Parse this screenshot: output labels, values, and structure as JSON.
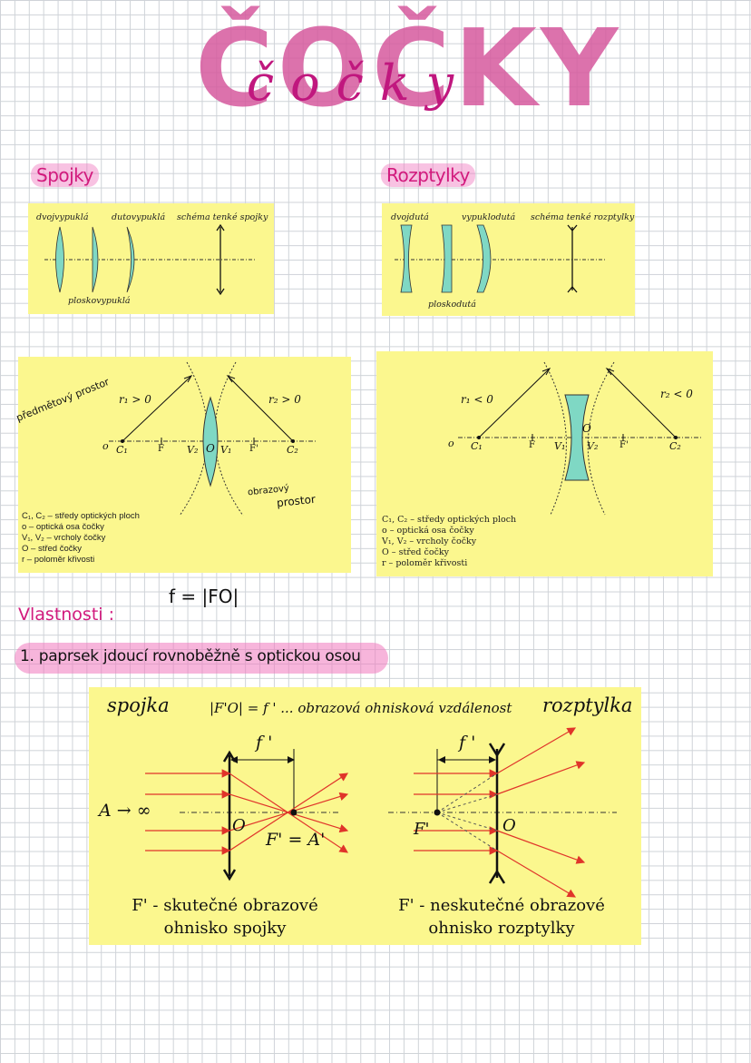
{
  "title": {
    "main": "ČOČKY",
    "script": "čočky"
  },
  "spojky": {
    "heading": "Spojky",
    "types": [
      "dvojvypuklá",
      "dutovypuklá",
      "schéma tenké spojky",
      "ploskovypuklá"
    ]
  },
  "rozptylky": {
    "heading": "Rozptylky",
    "types": [
      "dvojdutá",
      "vypuklodutá",
      "schéma tenké rozptylky",
      "ploskodutá"
    ]
  },
  "convex_diagram": {
    "r_label_left": "r₁ > 0",
    "r_label_right": "r₂ > 0",
    "points": [
      "o",
      "C₁",
      "F",
      "V₂",
      "O",
      "V₁",
      "F'",
      "C₂"
    ],
    "annotation_left": "předmětový prostor",
    "annotation_right_1": "obrazový",
    "annotation_right_2": "prostor",
    "legend": [
      "C₁, C₂ – středy optických ploch",
      "o – optická osa čočky",
      "V₁, V₂ – vrcholy čočky",
      "O – střed čočky",
      "r – poloměr křivosti"
    ]
  },
  "concave_diagram": {
    "r_label_left": "r₁ < 0",
    "r_label_right": "r₂ < 0",
    "points": [
      "o",
      "C₁",
      "F",
      "V₁",
      "O",
      "V₂",
      "F'",
      "C₂"
    ],
    "legend": [
      "C₁, C₂ – středy optických ploch",
      "o – optická osa čočky",
      "V₁, V₂ – vrcholy čočky",
      "O – střed čočky",
      "r – poloměr křivosti"
    ]
  },
  "formula": "f = |FO|",
  "vlastnosti": "Vlastnosti :",
  "ray1": "1. paprsek jdoucí rovnoběžně s optickou osou",
  "bottom": {
    "spojka": "spojka",
    "rozptylka": "rozptylka",
    "center_formula": "|F'O| = f ' ... obrazová ohnisková vzdálenost",
    "f_label": "f '",
    "a_inf": "A → ∞",
    "o_label": "O",
    "f_eq_a": "F' = A'",
    "f_prime": "F'",
    "caption_left_1": "F' - skutečné obrazové",
    "caption_left_2": "ohnisko spojky",
    "caption_right_1": "F' - neskutečné obrazové",
    "caption_right_2": "ohnisko rozptylky"
  },
  "colors": {
    "panel": "#fbf78e",
    "lens": "#7fd8c4",
    "ray": "#e0342a",
    "pink": "#d65a9e"
  }
}
